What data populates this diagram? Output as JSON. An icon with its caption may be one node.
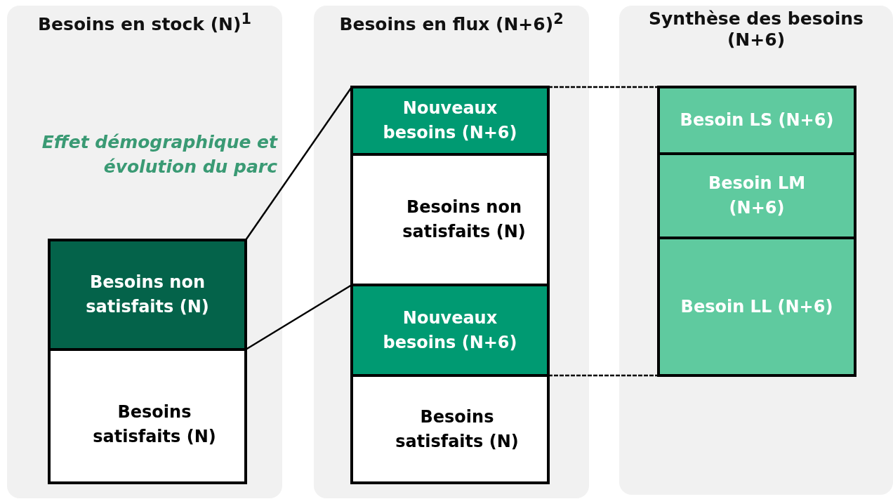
{
  "diagram": {
    "nodes": [
      {
        "text": [
          "Besoins en stock (N)$^{1}$"
        ]
      },
      {
        "text": [
          "Besoins non satisfaits (N)"
        ],
        "in": 0
      },
      {
        "text": [
          "Besoins satisfaits (N)"
        ],
        "in": 0
      },
      {
        "text": [
          "Besoins en flux (N+6)$^{2}$"
        ]
      },
      {
        "text": [
          "Nouveaux besoins (N+6)"
        ],
        "in": 3
      },
      {
        "text": [
          "Besoins non satisfaits (N)"
        ],
        "in": 3
      },
      {
        "text": [
          "Nouveaux besoins (N+6)"
        ],
        "in": 3
      },
      {
        "text": [
          "Besoins satisfaits (N)"
        ],
        "in": 3
      },
      {
        "text": [
          "Synthèse des besoins (N+6)"
        ]
      },
      {
        "text": [
          "Besoin LS (N+6)"
        ],
        "in": 8
      },
      {
        "text": [
          "Besoin LM (N+6)"
        ],
        "in": 8
      },
      {
        "text": [
          "Besoin LL (N+6)"
        ],
        "in": 8
      }
    ],
    "edges": [
      {
        "from": 1,
        "to": 4,
        "arrow": "none"
      },
      {
        "from": 1,
        "to": 6,
        "arrow": "none"
      },
      {
        "from": 4,
        "to": 9,
        "arrow": "none",
        "style": "dashed"
      },
      {
        "from": 6,
        "to": 11,
        "arrow": "none",
        "style": "dashed"
      }
    ],
    "labels": [
      "Effet démographique et évolution du parc"
    ]
  }
}
